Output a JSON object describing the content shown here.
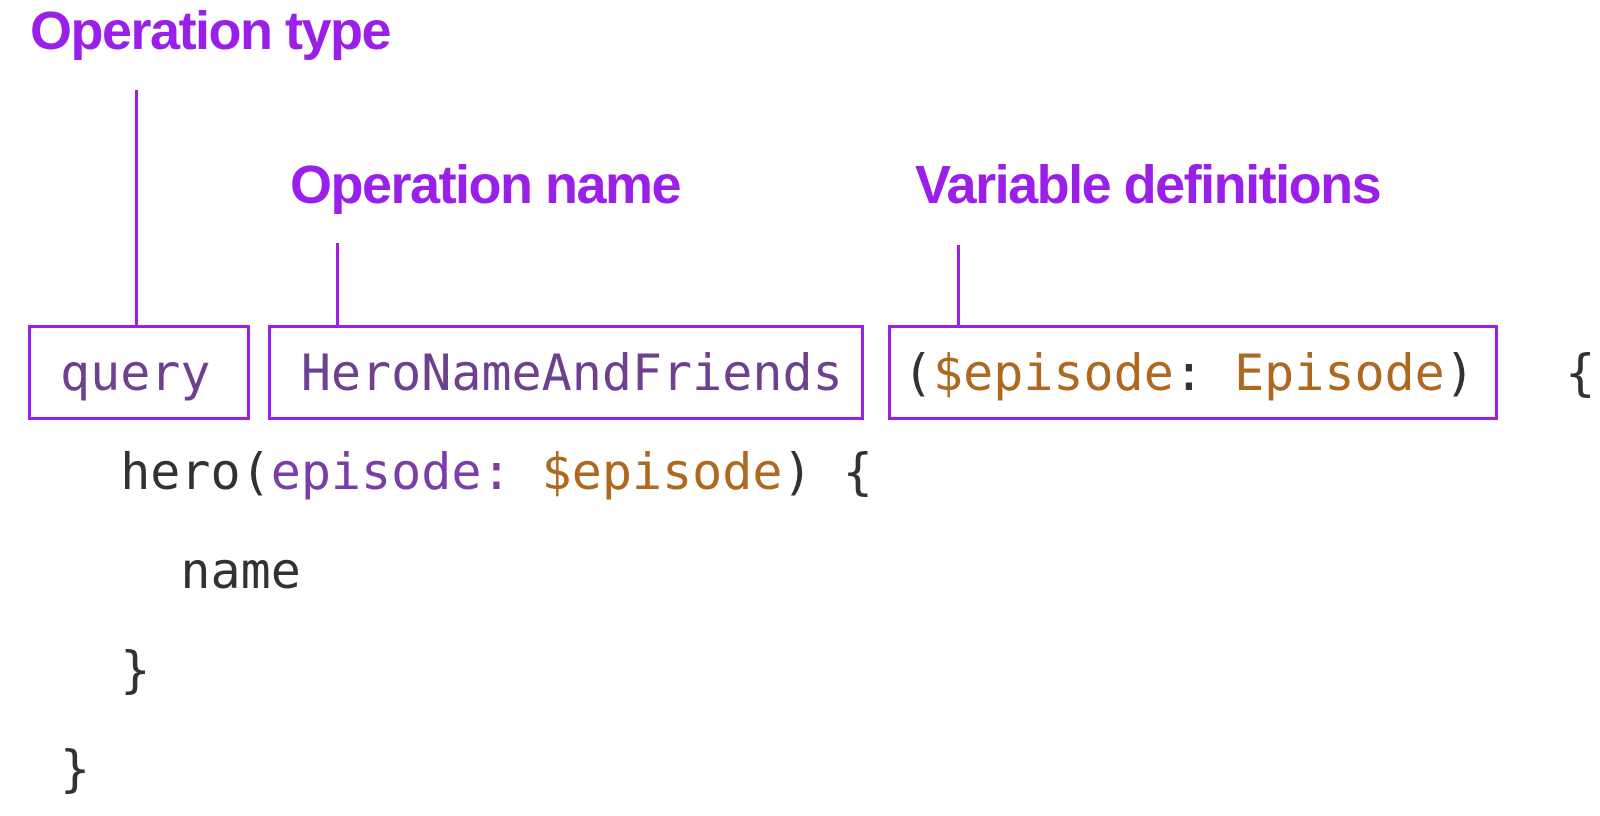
{
  "colors": {
    "annotation_purple": "#9A1FE8",
    "code_keyword_purple": "#6D4190",
    "code_attr_purple": "#7B3EA8",
    "code_variable_brown": "#AE6820",
    "code_default_dark": "#323232"
  },
  "annotations": {
    "operation_type": {
      "label": "Operation type"
    },
    "operation_name": {
      "label": "Operation name"
    },
    "variable_definitions": {
      "label": "Variable definitions"
    }
  },
  "code": {
    "language": "graphql",
    "plain_text": "query   HeroNameAndFriends  ($episode: Episode)   {\n  hero(episode: $episode) {\n    name\n  }\n}",
    "lines": [
      [
        {
          "t": "query",
          "c": "kw"
        },
        {
          "t": "   ",
          "c": "plain"
        },
        {
          "t": "HeroNameAndFriends",
          "c": "kw"
        },
        {
          "t": "  ",
          "c": "plain"
        },
        {
          "t": "(",
          "c": "plain"
        },
        {
          "t": "$episode",
          "c": "var"
        },
        {
          "t": ":",
          "c": "plain"
        },
        {
          "t": " ",
          "c": "plain"
        },
        {
          "t": "Episode",
          "c": "var"
        },
        {
          "t": ")",
          "c": "plain"
        },
        {
          "t": "   ",
          "c": "plain"
        },
        {
          "t": "{",
          "c": "plain"
        }
      ],
      [
        {
          "t": "  hero(",
          "c": "plain"
        },
        {
          "t": "episode:",
          "c": "attr"
        },
        {
          "t": " ",
          "c": "plain"
        },
        {
          "t": "$episode",
          "c": "var"
        },
        {
          "t": ") {",
          "c": "plain"
        }
      ],
      [
        {
          "t": "    name",
          "c": "plain"
        }
      ],
      [
        {
          "t": "  }",
          "c": "plain"
        }
      ],
      [
        {
          "t": "}",
          "c": "plain"
        }
      ]
    ]
  }
}
